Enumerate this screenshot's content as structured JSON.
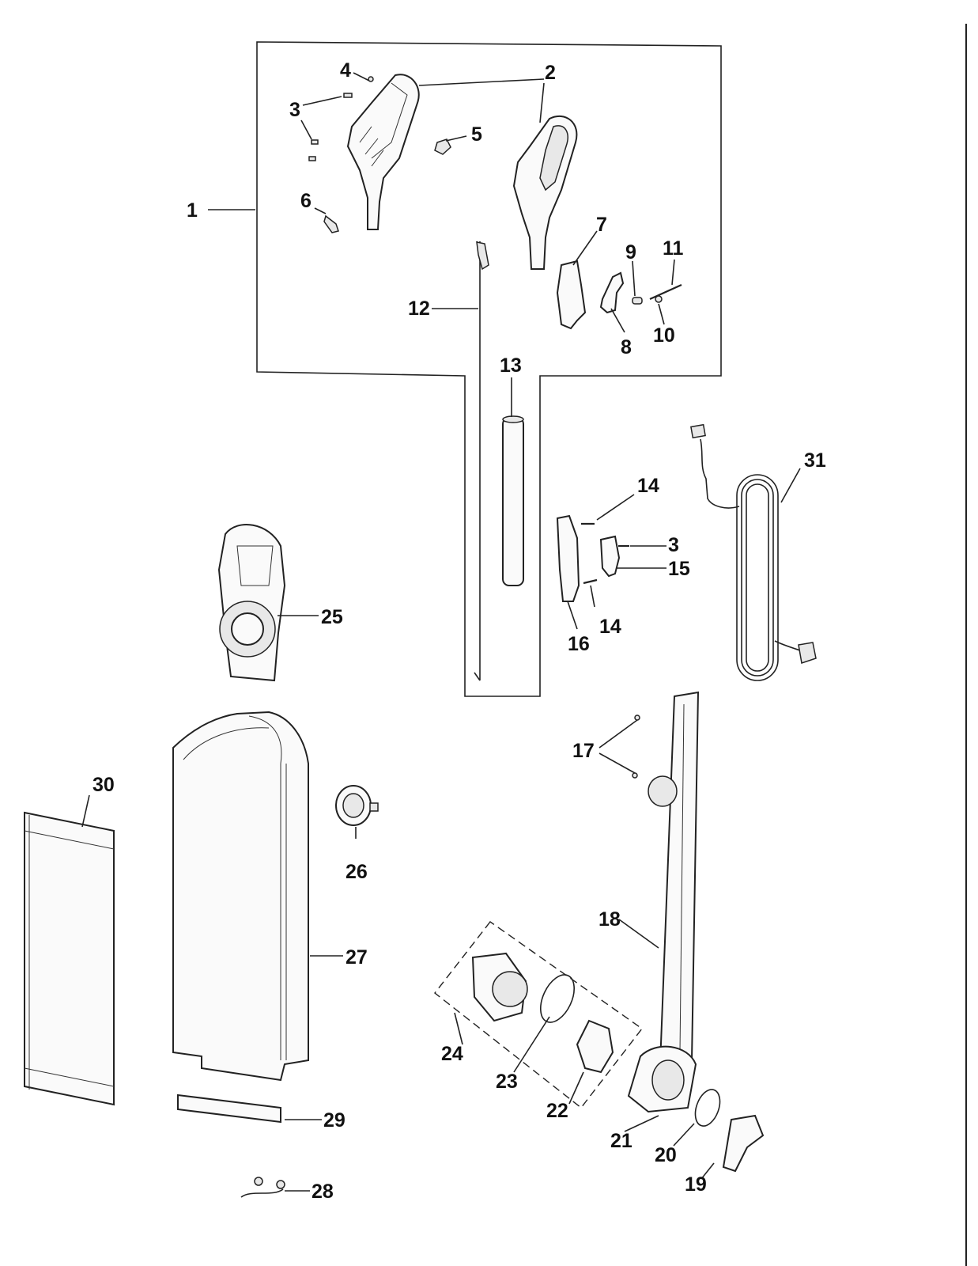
{
  "callouts": {
    "c1": "1",
    "c2": "2",
    "c3a": "3",
    "c3b": "3",
    "c4": "4",
    "c5": "5",
    "c6": "6",
    "c7": "7",
    "c8": "8",
    "c9": "9",
    "c10": "10",
    "c11": "11",
    "c12": "12",
    "c13": "13",
    "c14a": "14",
    "c14b": "14",
    "c15": "15",
    "c16": "16",
    "c17": "17",
    "c18": "18",
    "c19": "19",
    "c20": "20",
    "c21": "21",
    "c22": "22",
    "c23": "23",
    "c24": "24",
    "c25": "25",
    "c26": "26",
    "c27": "27",
    "c28": "28",
    "c29": "29",
    "c30": "30",
    "c31": "31"
  }
}
